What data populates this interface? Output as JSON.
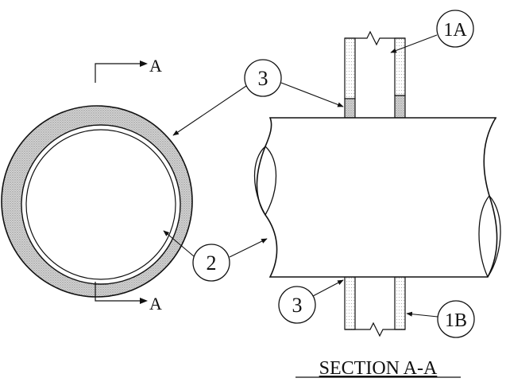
{
  "labels": {
    "section_arrow_top": "A",
    "section_arrow_bottom": "A",
    "callout_3_top": "3",
    "callout_3_bottom": "3",
    "callout_2": "2",
    "callout_1a": "1A",
    "callout_1b": "1B",
    "caption": "SECTION A-A"
  },
  "colors": {
    "ink": "#111111",
    "stipple": "#bdbdbd"
  }
}
